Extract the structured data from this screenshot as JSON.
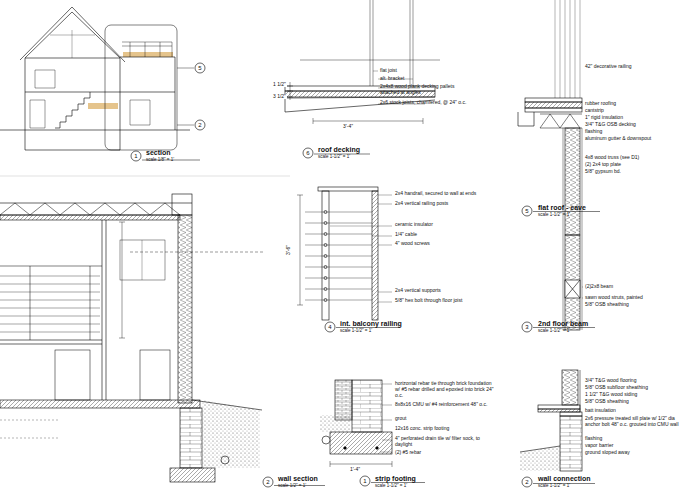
{
  "diagram": {
    "labels": [
      "1",
      "section",
      "scale 1/8\" = 1'",
      "5",
      "2",
      "6",
      "roof decking",
      "scale 1-1/2\" = 1'",
      "flat joist",
      "alt. bracket",
      "2x4x8 wood plank decking pallets attached at angles",
      "2x6 stock joists, chamfered, @ 24\" o.c.",
      "3'-4\"",
      "1 1/2\"",
      "3 1/2\"",
      "42\" decorative railing",
      "rubber roofing",
      "cantstrip",
      "1\" rigid insulation",
      "3/4\" T&G OSB decking",
      "flashing",
      "aluminum gutter & downspout",
      "4x8 wood truss (see D1)",
      "(2) 2x4 top plate",
      "5/8\" gypsum bd.",
      "5",
      "flat roof - eave",
      "scale 1-1/2\" = 1'",
      "2x4 handrail, secured to wall at ends",
      "2x4 vertical railing posts",
      "ceramic insulator",
      "1/4\" cable",
      "4\" wood screws",
      "2x4 vertical supports",
      "5/8\" hex bolt through floor joist",
      "3'-6\"",
      "4",
      "int. balcony railing",
      "scale 1-1/2\" = 1'",
      "(2)2x8 beam",
      "sawn wood struts, painted",
      "5/8\" OSB sheathing",
      "3",
      "2nd floor beam",
      "scale 1-1/2\" = 1'",
      "horizontal rebar tie through brick foundation w/ #5 rebar drilled and epoxied into brick 24\" o.c.",
      "8x8x16 CMU w/ #4 reinforcement 48\" o.c.",
      "grout",
      "12x16 conc. strip footing",
      "4\" perforated drain tile w/ filter sock, to daylight",
      "(2) #5 rebar",
      "1'-4\"",
      "1",
      "strip footing",
      "scale 1-1/2\" = 1'",
      "3/4\" T&G wood flooring",
      "5/8\" OSB subfloor sheathing",
      "1 1/2\" T&G wood siding",
      "5/8\" OSB sheathing",
      "batt insulation",
      "2x6 pressure treated sill plate w/ 1/2\" dia anchor bolt 48\" o.c. grouted into CMU wall",
      "flashing",
      "vapor barrier",
      "ground sloped away",
      "2",
      "wall connection",
      "scale 1-1/2\" = 1'",
      "2",
      "wall section",
      "scale 1/2\" = 1'"
    ]
  }
}
